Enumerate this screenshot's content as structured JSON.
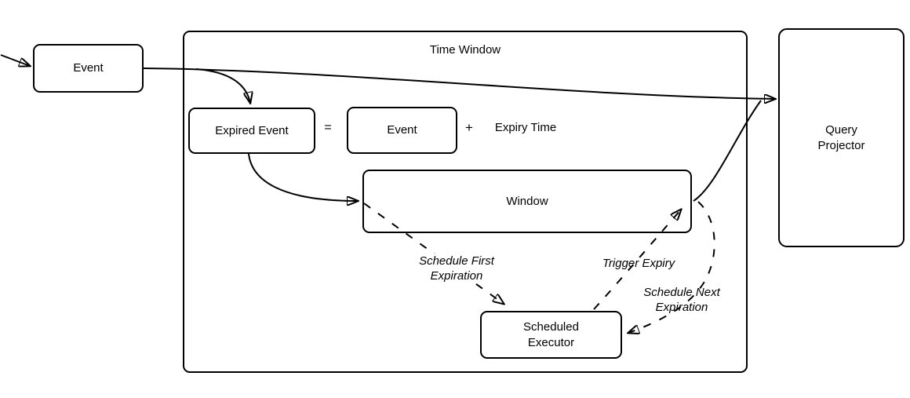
{
  "diagram": {
    "container": {
      "title": "Time Window"
    },
    "nodes": {
      "event": {
        "label": "Event"
      },
      "expired_event": {
        "label": "Expired Event"
      },
      "event_component": {
        "label": "Event"
      },
      "window": {
        "label": "Window"
      },
      "scheduled_executor": {
        "lines": [
          "Scheduled",
          "Executor"
        ]
      },
      "query_projector": {
        "lines": [
          "Query",
          "Projector"
        ]
      }
    },
    "equation": {
      "equals": "=",
      "plus": "+",
      "expiry_time": "Expiry Time"
    },
    "edge_labels": {
      "schedule_first": {
        "lines": [
          "Schedule First",
          "Expiration"
        ]
      },
      "trigger_expiry": {
        "label": "Trigger Expiry"
      },
      "schedule_next": {
        "lines": [
          "Schedule Next",
          "Expiration"
        ]
      }
    },
    "colors": {
      "stroke": "#000000",
      "background": "#ffffff"
    }
  }
}
